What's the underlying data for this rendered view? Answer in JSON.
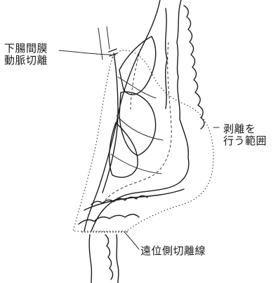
{
  "labels": {
    "ima_ligation": [
      "下腸間膜",
      "動脈切離"
    ],
    "dissection_range": [
      "剥離を",
      "行う範囲"
    ],
    "distal_transection": "遠位側切離線"
  }
}
